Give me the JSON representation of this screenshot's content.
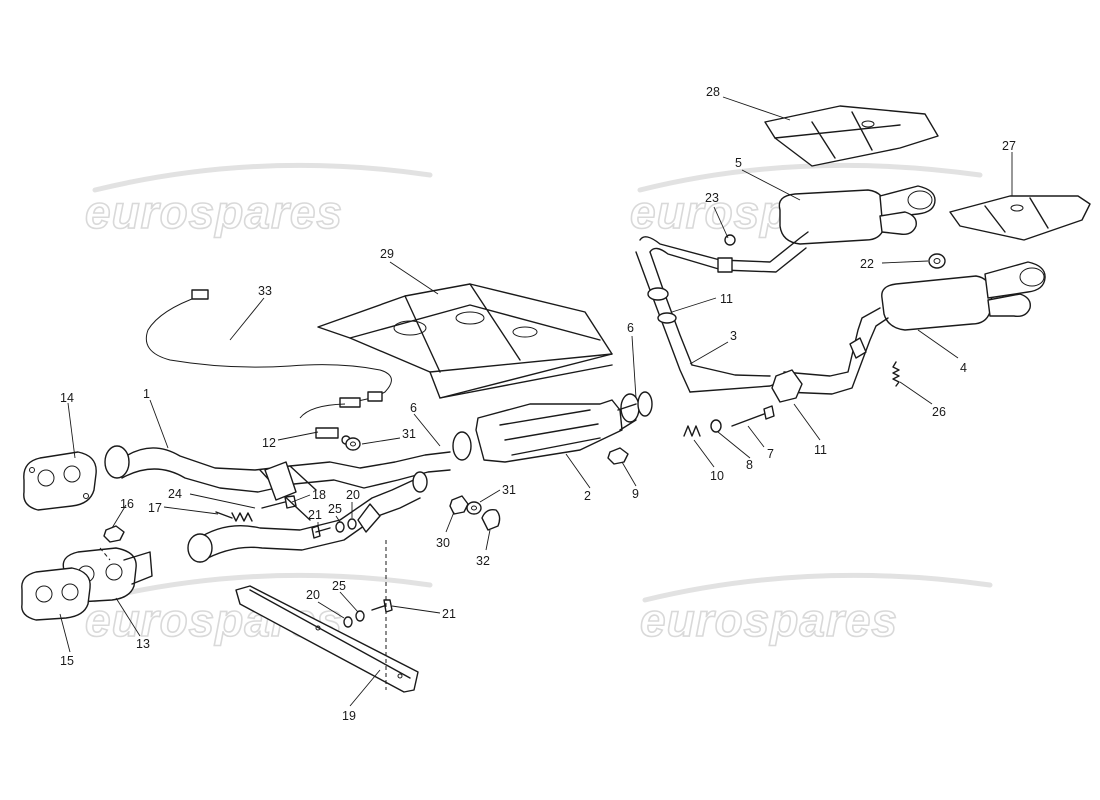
{
  "watermark": {
    "text": "eurospares"
  },
  "callouts": [
    {
      "id": "28",
      "label": "28"
    },
    {
      "id": "5",
      "label": "5"
    },
    {
      "id": "27",
      "label": "27"
    },
    {
      "id": "23",
      "label": "23"
    },
    {
      "id": "22",
      "label": "22"
    },
    {
      "id": "29",
      "label": "29"
    },
    {
      "id": "33",
      "label": "33"
    },
    {
      "id": "11a",
      "label": "11"
    },
    {
      "id": "3",
      "label": "3"
    },
    {
      "id": "6a",
      "label": "6"
    },
    {
      "id": "4",
      "label": "4"
    },
    {
      "id": "1",
      "label": "1"
    },
    {
      "id": "14",
      "label": "14"
    },
    {
      "id": "6b",
      "label": "6"
    },
    {
      "id": "12",
      "label": "12"
    },
    {
      "id": "31a",
      "label": "31"
    },
    {
      "id": "26",
      "label": "26"
    },
    {
      "id": "7",
      "label": "7"
    },
    {
      "id": "11b",
      "label": "11"
    },
    {
      "id": "8",
      "label": "8"
    },
    {
      "id": "10",
      "label": "10"
    },
    {
      "id": "9",
      "label": "9"
    },
    {
      "id": "2",
      "label": "2"
    },
    {
      "id": "24",
      "label": "24"
    },
    {
      "id": "18",
      "label": "18"
    },
    {
      "id": "16",
      "label": "16"
    },
    {
      "id": "17",
      "label": "17"
    },
    {
      "id": "25a",
      "label": "25"
    },
    {
      "id": "20a",
      "label": "20"
    },
    {
      "id": "21a",
      "label": "21"
    },
    {
      "id": "31b",
      "label": "31"
    },
    {
      "id": "30",
      "label": "30"
    },
    {
      "id": "32",
      "label": "32"
    },
    {
      "id": "25b",
      "label": "25"
    },
    {
      "id": "20b",
      "label": "20"
    },
    {
      "id": "21b",
      "label": "21"
    },
    {
      "id": "13",
      "label": "13"
    },
    {
      "id": "15",
      "label": "15"
    },
    {
      "id": "19",
      "label": "19"
    }
  ]
}
